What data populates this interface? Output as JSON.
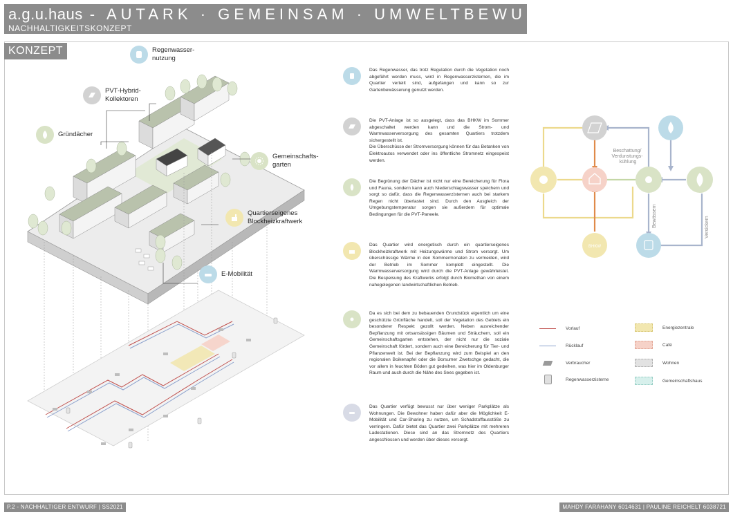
{
  "header": {
    "brand": "a.g.u.haus",
    "tagline": "- AUTARK · GEMEINSAM · UMWELTBEWUSST",
    "subtitle": "NACHHALTIGKEITSKONZEPT"
  },
  "section_label": "KONZEPT",
  "colors": {
    "header_gray": "#8c8c8c",
    "blue": "#bcdbe8",
    "gray": "#d2d2d2",
    "green": "#d9e3c6",
    "yellow": "#f2e7b0",
    "red_pink": "#f6d2c8",
    "orange": "#e08a4a",
    "arrow_blue": "#a8b4cc",
    "arrow_yellow": "#ecd98c",
    "arrow_green": "#c4d7a6",
    "vorlauf": "#c0504d",
    "ruecklauf": "#8aa0cc"
  },
  "callouts": [
    {
      "label": "Regenwasser-\nnutzung",
      "icon": "rainwater-icon",
      "color": "blue"
    },
    {
      "label": "PVT-Hybrid-\nKollektoren",
      "icon": "solar-panel-icon",
      "color": "gray"
    },
    {
      "label": "Gründächer",
      "icon": "leaf-icon",
      "color": "green"
    },
    {
      "label": "Gemeinschafts-\ngarten",
      "icon": "flower-icon",
      "color": "green"
    },
    {
      "label": "Quartierseigenes\nBlockheizkraftwerk",
      "icon": "power-plant-icon",
      "color": "yellow"
    },
    {
      "label": "E-Mobilität",
      "icon": "electric-car-icon",
      "color": "blue"
    }
  ],
  "text_blocks": [
    {
      "icon": "water-tank-icon",
      "color": "blue",
      "text": "Das Regenwasser, das trotz Regulation durch die Vegetation noch abgeführt werden muss, wird in Regenwasserzisternen, die im Quartier verteilt sind, aufgefangen und kann so zur Gartenbewässerung genutzt werden."
    },
    {
      "icon": "solar-panel-icon",
      "color": "gray",
      "text": "Die PVT-Anlage ist so ausgelegt, dass das BHKW im Sommer abgeschaltet werden kann und die Strom- und Warmwasserversorgung des gesamten Quartiers trotzdem sichergestellt ist.\nDie Überschüsse der Stromversorgung können für das Betanken von Elektroautos verwendet oder ins öffentliche Stromnetz eingespeist werden."
    },
    {
      "icon": "leaf-icon",
      "color": "green",
      "text": "Die Begrünung der Dächer ist nicht nur eine Bereicherung für Flora und Fauna, sondern kann auch Niederschlagswasser speichern und sorgt so dafür, dass die Regenwasserzisternen auch bei starkem Regen nicht überlastet sind. Durch den Ausgleich der Umgebungstemperatur sorgen sie außerdem für optimale Bedingungen für die PVT-Paneele."
    },
    {
      "icon": "power-plant-icon",
      "color": "yellow",
      "text": "Das Quartier wird energetisch durch ein quartierseigenes Blockheizkraftwerk mit Heizungswärme und Strom versorgt. Um überschüssige Wärme in den Sommermonaten zu vermeiden, wird der Betrieb im Sommer komplett eingestellt. Die Warmwasserversorgung wird durch die PVT-Anlage gewährleistet. Die Bespeisung des Kraftwerks erfolgt durch Biomethan von einem nahegelegenen landwirtschaftlichen Betrieb."
    },
    {
      "icon": "flower-icon",
      "color": "green",
      "text": "Da es sich bei dem zu bebauenden Grundstück eigentlich um eine geschützte Grünfläche handelt, soll der Vegetation des Gebiets ein besonderer Respekt gezollt werden. Neben ausreichender Bepflanzung mit ortsansässigen Bäumen und Sträuchern, soll ein Gemeinschaftsgarten entstehen, der nicht nur die soziale Gemeinschaft fördert, sondern auch eine Bereicherung für Tier- und Pflanzenwelt ist. Bei der Bepflanzung wird zum Beispiel an den regionalen Boikenapfel oder die Borsumer Zwetschge gedacht, die vor allem in feuchten Böden gut gedeihen, was hier im Oldenburger Raum und auch durch die Nähe des Sees gegeben ist."
    },
    {
      "icon": "electric-car-icon",
      "color": "blue",
      "text": "Das Quartier verfügt bewusst nur über weniger Parkplätze als Wohnungen. Die Bewohner haben dafür aber die Möglichkeit E-Mobilität und Car-Sharing zu nutzen, um Schadstoffausstöße zu verringern. Dafür bietet das Quartier zwei Parkplätze mit mehreren Ladestationen. Diese sind an das Stromnetz des Quartiers angeschlossen und werden über dieses versorgt."
    }
  ],
  "diagram": {
    "nodes": [
      {
        "id": "pvt",
        "icon": "solar-panel-icon",
        "color": "gray"
      },
      {
        "id": "rain",
        "icon": "rainwater-icon",
        "color": "blue"
      },
      {
        "id": "bhkw-sun",
        "icon": "sun-icon",
        "color": "yellow"
      },
      {
        "id": "house",
        "icon": "house-icon",
        "color": "red_pink"
      },
      {
        "id": "garden",
        "icon": "flower-icon",
        "color": "green"
      },
      {
        "id": "greenroof",
        "icon": "leaf-icon",
        "color": "green"
      },
      {
        "id": "bhkw",
        "icon": "bhkw-icon",
        "label": "BHKW",
        "color": "yellow"
      },
      {
        "id": "tank",
        "icon": "water-tank-icon",
        "color": "blue"
      }
    ],
    "labels": {
      "shading": "Beschattung/\nVerdunstungs-\nkühlung",
      "watering": "Bewässern",
      "seepage": "Versickern"
    }
  },
  "legend": [
    {
      "label": "Vorlauf",
      "type": "line",
      "color": "vorlauf"
    },
    {
      "label": "Energiezentrale",
      "type": "area",
      "color": "yellow"
    },
    {
      "label": "Rücklauf",
      "type": "line",
      "color": "ruecklauf"
    },
    {
      "label": "Café",
      "type": "area",
      "color": "red_pink"
    },
    {
      "label": "Verbraucher",
      "type": "icon",
      "icon": "consumer-icon"
    },
    {
      "label": "Wohnen",
      "type": "area",
      "color": "gray"
    },
    {
      "label": "Regenwasserzisterne",
      "type": "icon",
      "icon": "cistern-icon"
    },
    {
      "label": "Gemeinschaftshaus",
      "type": "area",
      "color": "teal"
    }
  ],
  "footer": {
    "left": "P.2 - NACHHALTIGER ENTWURF | SS2021",
    "right": "MAHDY FARAHANY 6014631 | PAULINE REICHELT 6038721"
  }
}
